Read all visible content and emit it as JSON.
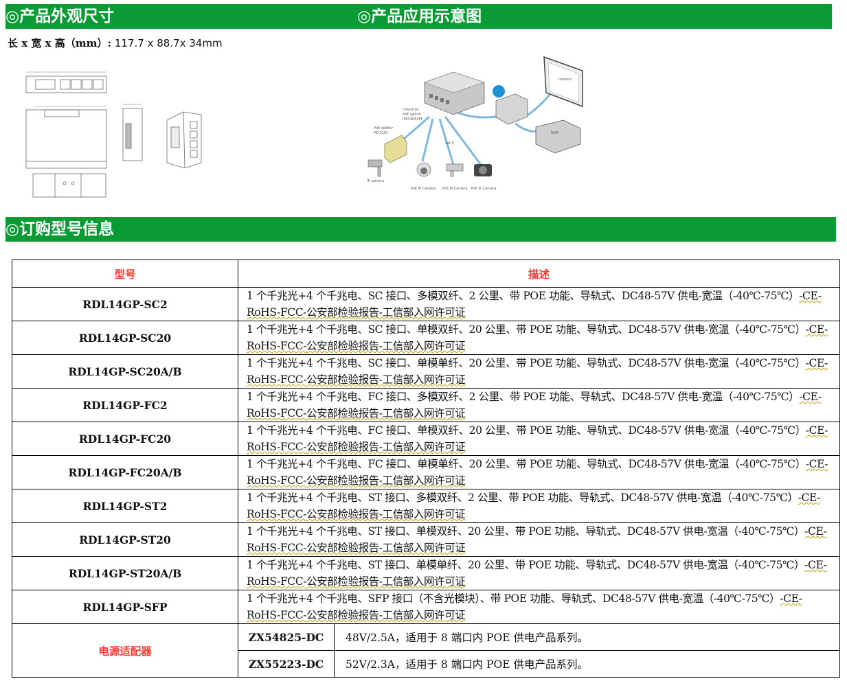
{
  "section_bar_1": {
    "left_title": "◎产品外观尺寸",
    "right_title": "◎产品应用示意图"
  },
  "dimensions": {
    "label": "长 x 宽 x 高（mm）:",
    "value": "117.7 x 88.7x 34mm"
  },
  "application_diagram": {
    "switch_label": [
      "Industrial",
      "PoE switch",
      "IPS33054PF"
    ],
    "splitter_label": [
      "PoE splitter",
      "PD 3101"
    ],
    "cable_label": "cat 5",
    "monitor_label": "monitor",
    "nvr_label": "NVR",
    "camera_labels": [
      "IP camera",
      "PoE IP Camera",
      "PoE IP Camera",
      "PoE IP Camera"
    ]
  },
  "section_bar_2": {
    "title": "◎订购型号信息"
  },
  "table": {
    "header": {
      "model": "型号",
      "description": "描述"
    },
    "rows": [
      {
        "model": "RDL14GP-SC2",
        "desc_main": "1 个千兆光+4 个千兆电、SC 接口、多模双纤、2 公里、带 POE 功能、导轨式、DC48-57V 供电-宽温（-40℃-75℃）",
        "desc_cert": "-CE-RoHS-FCC-",
        "desc_tail": "公安部检验报告-工信部入网许可证"
      },
      {
        "model": "RDL14GP-SC20",
        "desc_main": "1 个千兆光+4 个千兆电、SC 接口、单模双纤、20 公里、带 POE 功能、导轨式、DC48-57V 供电-宽温（-40℃-75℃）",
        "desc_cert": "-CE-RoHS-FCC-",
        "desc_tail": "公安部检验报告-工信部入网许可证"
      },
      {
        "model": "RDL14GP-SC20A/B",
        "desc_main": "1 个千兆光+4 个千兆电、SC 接口、单模单纤、20 公里、带 POE 功能、导轨式、DC48-57V 供电-宽温（-40℃-75℃）",
        "desc_cert": "-CE-RoHS-FCC-",
        "desc_tail": "公安部检验报告-工信部入网许可证"
      },
      {
        "model": "RDL14GP-FC2",
        "desc_main": "1 个千兆光+4 个千兆电、FC 接口、多模双纤、2 公里、带 POE 功能、导轨式、DC48-57V 供电-宽温（-40℃-75℃）",
        "desc_cert": "-CE-RoHS-FCC-",
        "desc_tail": "公安部检验报告-工信部入网许可证"
      },
      {
        "model": "RDL14GP-FC20",
        "desc_main": "1 个千兆光+4 个千兆电、FC 接口、单模双纤、20 公里、带 POE 功能、导轨式、DC48-57V 供电-宽温（-40℃-75℃）",
        "desc_cert": "-CE-RoHS-FCC-",
        "desc_tail": "公安部检验报告-工信部入网许可证"
      },
      {
        "model": "RDL14GP-FC20A/B",
        "desc_main": "1 个千兆光+4 个千兆电、FC 接口、单模单纤、20 公里、带 POE 功能、导轨式、DC48-57V 供电-宽温（-40℃-75℃）",
        "desc_cert": "-CE-RoHS-FCC-",
        "desc_tail": "公安部检验报告-工信部入网许可证"
      },
      {
        "model": "RDL14GP-ST2",
        "desc_main": "1 个千兆光+4 个千兆电、ST 接口、多模双纤、2 公里、带 POE 功能、导轨式、DC48-57V 供电-宽温（-40℃-75℃）",
        "desc_cert": "-CE-RoHS-FCC-",
        "desc_tail": "公安部检验报告-工信部入网许可证"
      },
      {
        "model": "RDL14GP-ST20",
        "desc_main": "1 个千兆光+4 个千兆电、ST 接口、单模双纤、20 公里、带 POE 功能、导轨式、DC48-57V 供电-宽温（-40℃-75℃）",
        "desc_cert": "-CE-RoHS-FCC-",
        "desc_tail": "公安部检验报告-工信部入网许可证"
      },
      {
        "model": "RDL14GP-ST20A/B",
        "desc_main": "1 个千兆光+4 个千兆电、ST 接口、单模单纤、20 公里、带 POE 功能、导轨式、DC48-57V 供电-宽温（-40℃-75℃）",
        "desc_cert": "-CE-RoHS-FCC-",
        "desc_tail": "公安部检验报告-工信部入网许可证"
      },
      {
        "model": "RDL14GP-SFP",
        "desc_main": "1 个千兆光+4 个千兆电、SFP 接口（不含光模块）、带 POE 功能、导轨式、DC48-57V 供电-宽温（-40℃-75℃）",
        "desc_cert": "-CE-RoHS-FCC-",
        "desc_tail": "公安部检验报告-工信部入网许可证"
      }
    ],
    "power": {
      "label": "电源适配器",
      "items": [
        {
          "model": "ZX54825-DC",
          "desc": "48V/2.5A，适用于 8 端口内 POE 供电产品系列。"
        },
        {
          "model": "ZX55223-DC",
          "desc": "52V/2.3A，适用于 8 端口内 POE 供电产品系列。"
        }
      ]
    }
  }
}
